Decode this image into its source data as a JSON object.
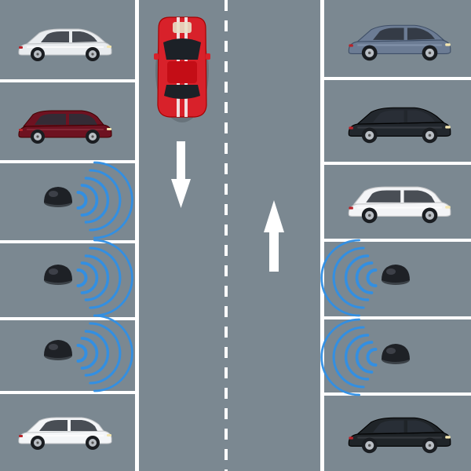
{
  "colors": {
    "asphalt": "#7b8891",
    "line_white": "#ffffff",
    "sensor": "#1e2126",
    "signal_blue": "#2f8fe6",
    "red_car": "#d8212a"
  },
  "lanes": {
    "left_lane_direction": "down",
    "right_lane_direction": "up"
  },
  "parking": {
    "left": [
      {
        "occupant": "car",
        "car_color": "#e9ecef",
        "car_type": "sedan"
      },
      {
        "occupant": "car",
        "car_color": "#6e1221",
        "car_type": "suv"
      },
      {
        "occupant": "sensor"
      },
      {
        "occupant": "sensor"
      },
      {
        "occupant": "sensor"
      },
      {
        "occupant": "car",
        "car_color": "#f4f6f8",
        "car_type": "hatchback"
      }
    ],
    "right": [
      {
        "occupant": "car",
        "car_color": "#6c7c94",
        "car_type": "sedan"
      },
      {
        "occupant": "car",
        "car_color": "#22272d",
        "car_type": "sedan"
      },
      {
        "occupant": "car",
        "car_color": "#f3f4f6",
        "car_type": "suv"
      },
      {
        "occupant": "sensor"
      },
      {
        "occupant": "sensor"
      },
      {
        "occupant": "car",
        "car_color": "#1f2428",
        "car_type": "sedan"
      }
    ]
  },
  "moving_car": {
    "color": "#d8212a",
    "direction": "down"
  },
  "icons": {
    "down_arrow": "arrow-down-icon",
    "up_arrow": "arrow-up-icon",
    "sensor": "parking-sensor-icon",
    "signal": "signal-waves-icon"
  }
}
